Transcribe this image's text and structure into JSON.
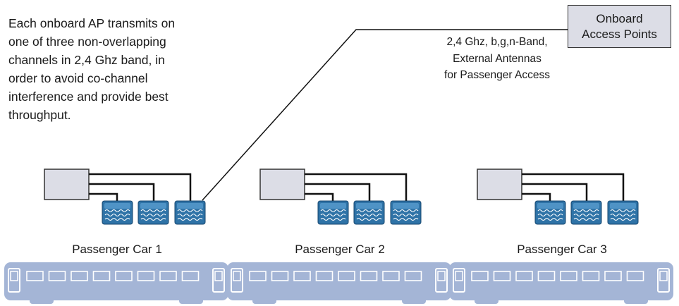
{
  "description": {
    "lines": [
      "Each onboard AP transmits on",
      "one of three non-overlapping",
      "channels in 2,4 Ghz band, in",
      "order to avoid co-channel",
      "interference and provide best",
      "throughput."
    ]
  },
  "legend": {
    "lines": [
      "Onboard",
      "Access Points"
    ]
  },
  "spec": {
    "lines": [
      "2,4 Ghz, b,g,n-Band,",
      "External Antennas",
      "for Passenger Access"
    ]
  },
  "cars": [
    {
      "label": "Passenger Car 1"
    },
    {
      "label": "Passenger Car 2"
    },
    {
      "label": "Passenger Car 3"
    }
  ],
  "colors": {
    "ap_box": "#dcdde6",
    "train": "#a4b5d6",
    "train_window": "#ffffff",
    "antenna": "#2f73a7",
    "line": "#111111"
  },
  "icons": {
    "access_point": "access-point-icon",
    "antenna": "antenna-icon",
    "train_car": "train-car-icon"
  }
}
